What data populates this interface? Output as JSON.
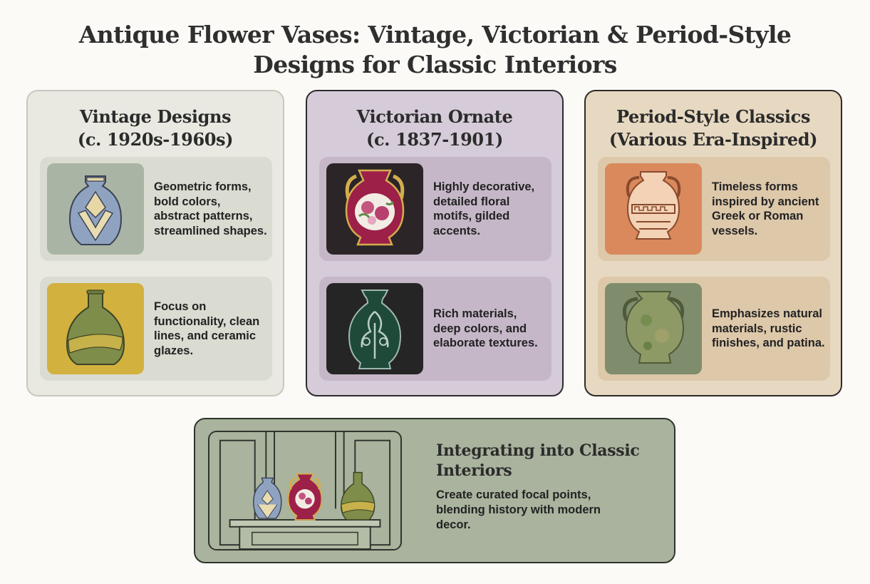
{
  "title": {
    "line1": "Antique Flower Vases: Vintage, Victorian & Period-Style",
    "line2": "Designs for Classic Interiors"
  },
  "panels": [
    {
      "heading_line1": "Vintage Designs",
      "heading_line2": "(c. 1920s-1960s)",
      "cards": [
        {
          "text": "Geometric forms, bold colors, abstract patterns, streamlined shapes.",
          "icon": "art-deco-vase-icon"
        },
        {
          "text": "Focus on functionality, clean lines, and ceramic glazes.",
          "icon": "mid-century-vase-icon"
        }
      ]
    },
    {
      "heading_line1": "Victorian Ornate",
      "heading_line2": "(c. 1837-1901)",
      "cards": [
        {
          "text": "Highly decorative, detailed floral motifs, gilded accents.",
          "icon": "floral-porcelain-vase-icon"
        },
        {
          "text": "Rich materials, deep colors, and elaborate textures.",
          "icon": "green-glass-vase-icon"
        }
      ]
    },
    {
      "heading_line1": "Period-Style Classics",
      "heading_line2": "(Various Era-Inspired)",
      "cards": [
        {
          "text": "Timeless forms inspired by ancient Greek or Roman vessels.",
          "icon": "greek-amphora-icon"
        },
        {
          "text": "Emphasizes natural materials, rustic finishes, and patina.",
          "icon": "rustic-urn-icon"
        }
      ]
    }
  ],
  "bottom": {
    "heading_line1": "Integrating into Classic",
    "heading_line2": "Interiors",
    "text": "Create curated focal points, blending history with modern decor.",
    "icon": "mantel-vases-scene-icon"
  },
  "colors": {
    "vintage_panel": "#e9e9e1",
    "victorian_panel": "#d6cbd8",
    "period_panel": "#e7d9c1",
    "bottom_panel": "#a9b39d"
  }
}
